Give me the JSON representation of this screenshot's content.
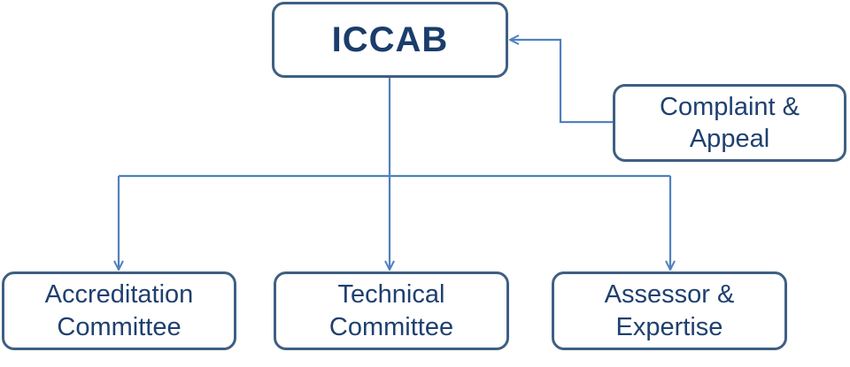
{
  "diagram": {
    "nodes": {
      "iccab": {
        "label": "ICCAB"
      },
      "complaint_appeal": {
        "line1": "Complaint &",
        "line2": "Appeal"
      },
      "accreditation_committee": {
        "line1": "Accreditation",
        "line2": "Committee"
      },
      "technical_committee": {
        "line1": "Technical",
        "line2": "Committee"
      },
      "assessor_expertise": {
        "line1": "Assessor &",
        "line2": "Expertise"
      }
    },
    "edges": [
      {
        "from": "complaint_appeal",
        "to": "iccab"
      },
      {
        "from": "iccab",
        "to": "accreditation_committee"
      },
      {
        "from": "iccab",
        "to": "technical_committee"
      },
      {
        "from": "iccab",
        "to": "assessor_expertise"
      }
    ],
    "colors": {
      "connector": "#4f81bd",
      "node_border": "#3f5f82",
      "node_text": "#1f4070"
    }
  }
}
